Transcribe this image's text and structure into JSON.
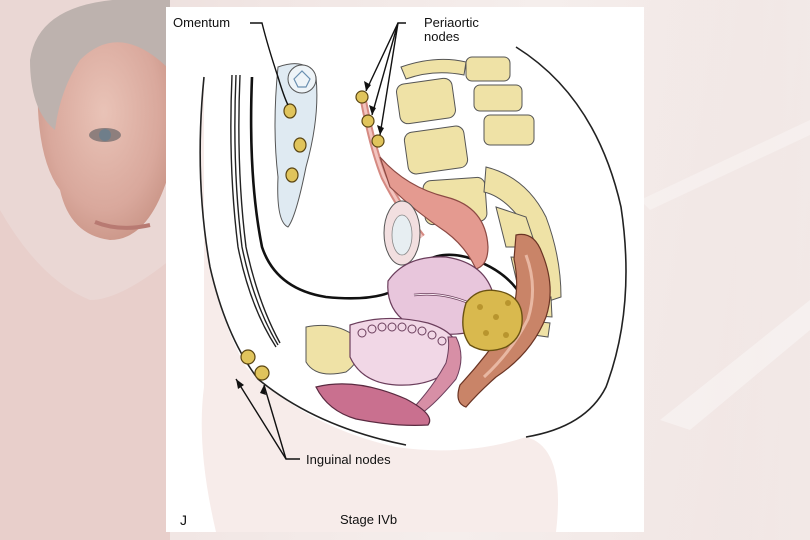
{
  "figure": {
    "panel_letter": "J",
    "caption": "Stage IVb",
    "labels": {
      "omentum": "Omentum",
      "periaortic": "Periaortic\nnodes",
      "inguinal": "Inguinal nodes"
    }
  },
  "colors": {
    "tumor": "#d9b94e",
    "node": "#e0c45c",
    "bone": "#efe2a6",
    "skin": "#f4e7e4",
    "uterus": "#e8c6dc",
    "rectum": "#c98468",
    "vessel": "#d58a82"
  },
  "icons": {
    "arrow": "arrow-icon"
  }
}
